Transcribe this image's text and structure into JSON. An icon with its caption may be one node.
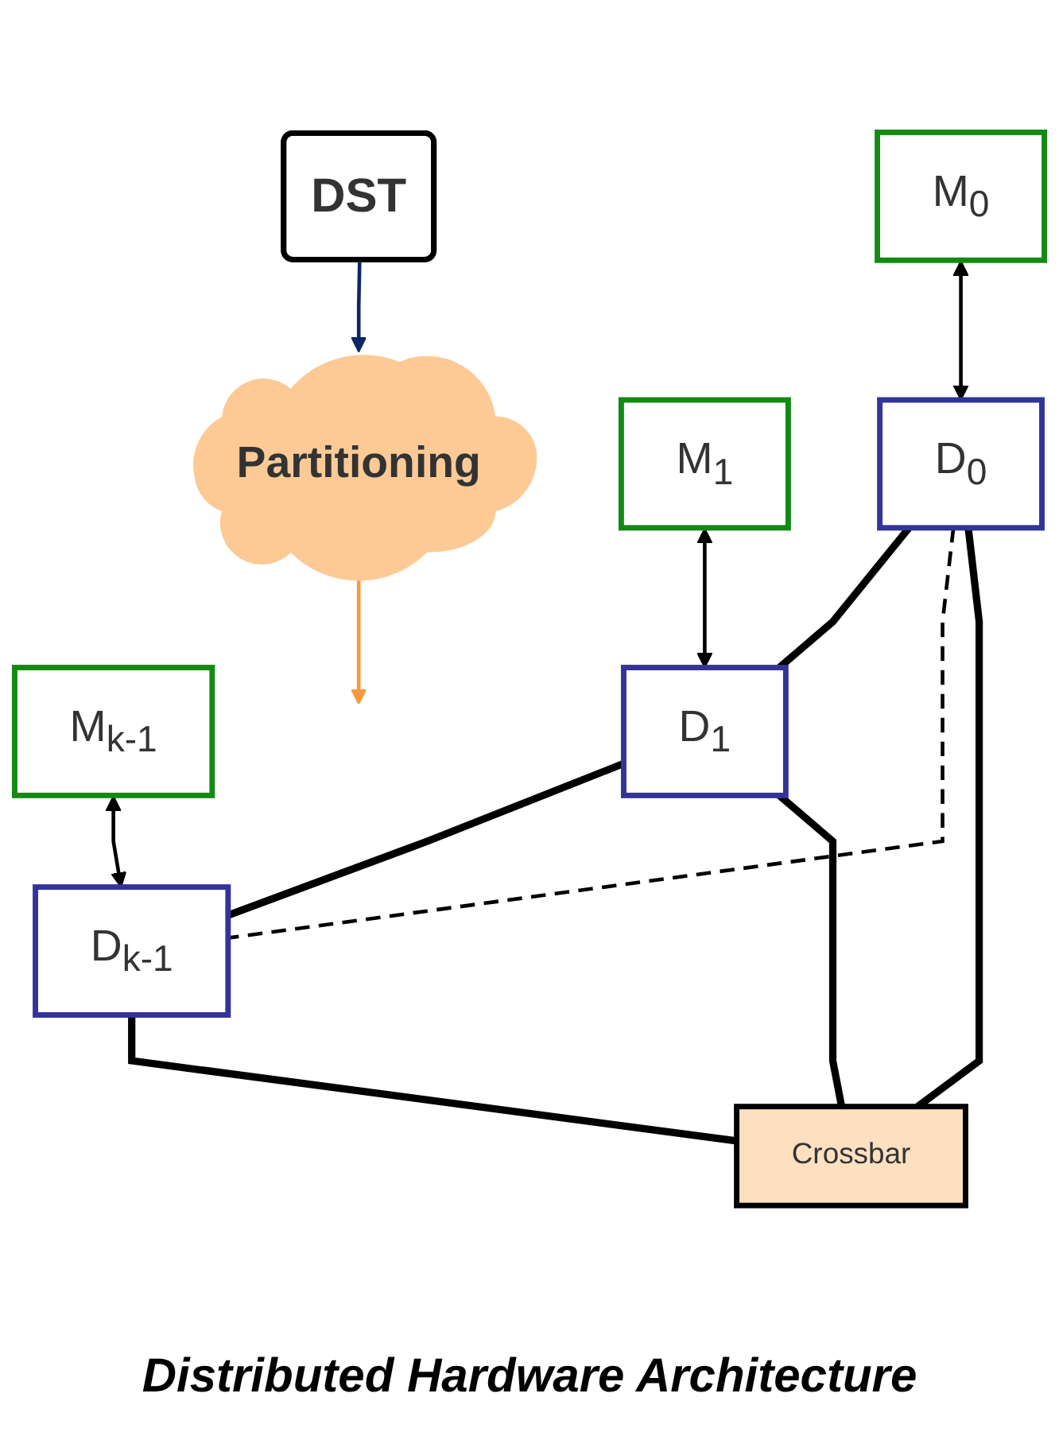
{
  "diagram": {
    "caption": "Distributed Hardware Architecture",
    "nodes": [
      {
        "text": [
          "DST"
        ]
      },
      {
        "text": [
          "Partitioning"
        ]
      },
      {
        "text": [
          "M$_{0}$"
        ]
      },
      {
        "text": [
          "M$_{1}$"
        ]
      },
      {
        "text": [
          "M$_{k-1}$"
        ]
      },
      {
        "text": [
          "D$_{0}$"
        ]
      },
      {
        "text": [
          "D$_{1}$"
        ]
      },
      {
        "text": [
          "D$_{k-1}$"
        ]
      },
      {
        "text": [
          "Crossbar"
        ]
      }
    ],
    "edges": [
      {
        "from": 0,
        "to": 1,
        "arrow": "to",
        "color": "#0d2669"
      },
      {
        "from": 1,
        "to": null,
        "arrow": "to",
        "color": "#f7993a"
      },
      {
        "from": 2,
        "to": 5,
        "arrow": "both"
      },
      {
        "from": 3,
        "to": 6,
        "arrow": "both"
      },
      {
        "from": 4,
        "to": 7,
        "arrow": "both"
      },
      {
        "from": 5,
        "to": 6,
        "arrow": "none",
        "style": "thick"
      },
      {
        "from": 6,
        "to": 7,
        "arrow": "none",
        "style": "thick"
      },
      {
        "from": 5,
        "to": 7,
        "arrow": "none",
        "style": "dashed"
      },
      {
        "from": 5,
        "to": 8,
        "arrow": "none",
        "style": "thick"
      },
      {
        "from": 6,
        "to": 8,
        "arrow": "none",
        "style": "thick"
      },
      {
        "from": 7,
        "to": 8,
        "arrow": "none",
        "style": "thick"
      }
    ]
  }
}
